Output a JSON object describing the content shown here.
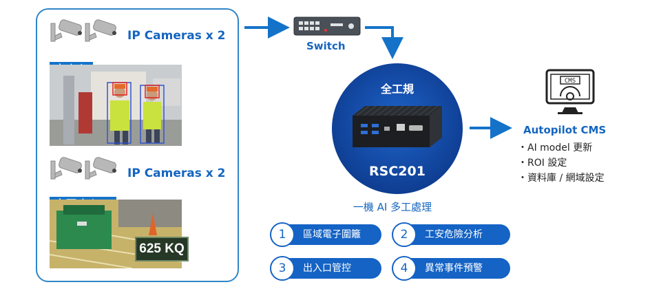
{
  "left": {
    "cam_group_1": {
      "label": "IP Cameras x 2",
      "icon": "camera-icon"
    },
    "scene_1": {
      "tag": "廠房內"
    },
    "cam_group_2": {
      "label": "IP Cameras x 2",
      "icon": "camera-icon"
    },
    "scene_2": {
      "tag": "廠區出入口",
      "plate": "625 KQ"
    }
  },
  "switch": {
    "label": "Switch",
    "icon": "network-switch-icon"
  },
  "device": {
    "top_label": "全工規",
    "model": "RSC201"
  },
  "processing": {
    "label": "一機 AI 多工處理"
  },
  "features": [
    {
      "num": "1",
      "label": "區域電子圍籬"
    },
    {
      "num": "2",
      "label": "工安危險分析"
    },
    {
      "num": "3",
      "label": "出入口管控"
    },
    {
      "num": "4",
      "label": "異常事件預警"
    }
  ],
  "cms": {
    "screen_text": "CMS",
    "title": "Autopilot CMS",
    "items": [
      "AI model 更新",
      "ROI 設定",
      "資料庫 / 網域設定"
    ]
  },
  "colors": {
    "accent": "#1565c0",
    "feature_bg": "#1463c5",
    "panel_border": "#2f86c8",
    "tag_bg": "#1473c9"
  }
}
